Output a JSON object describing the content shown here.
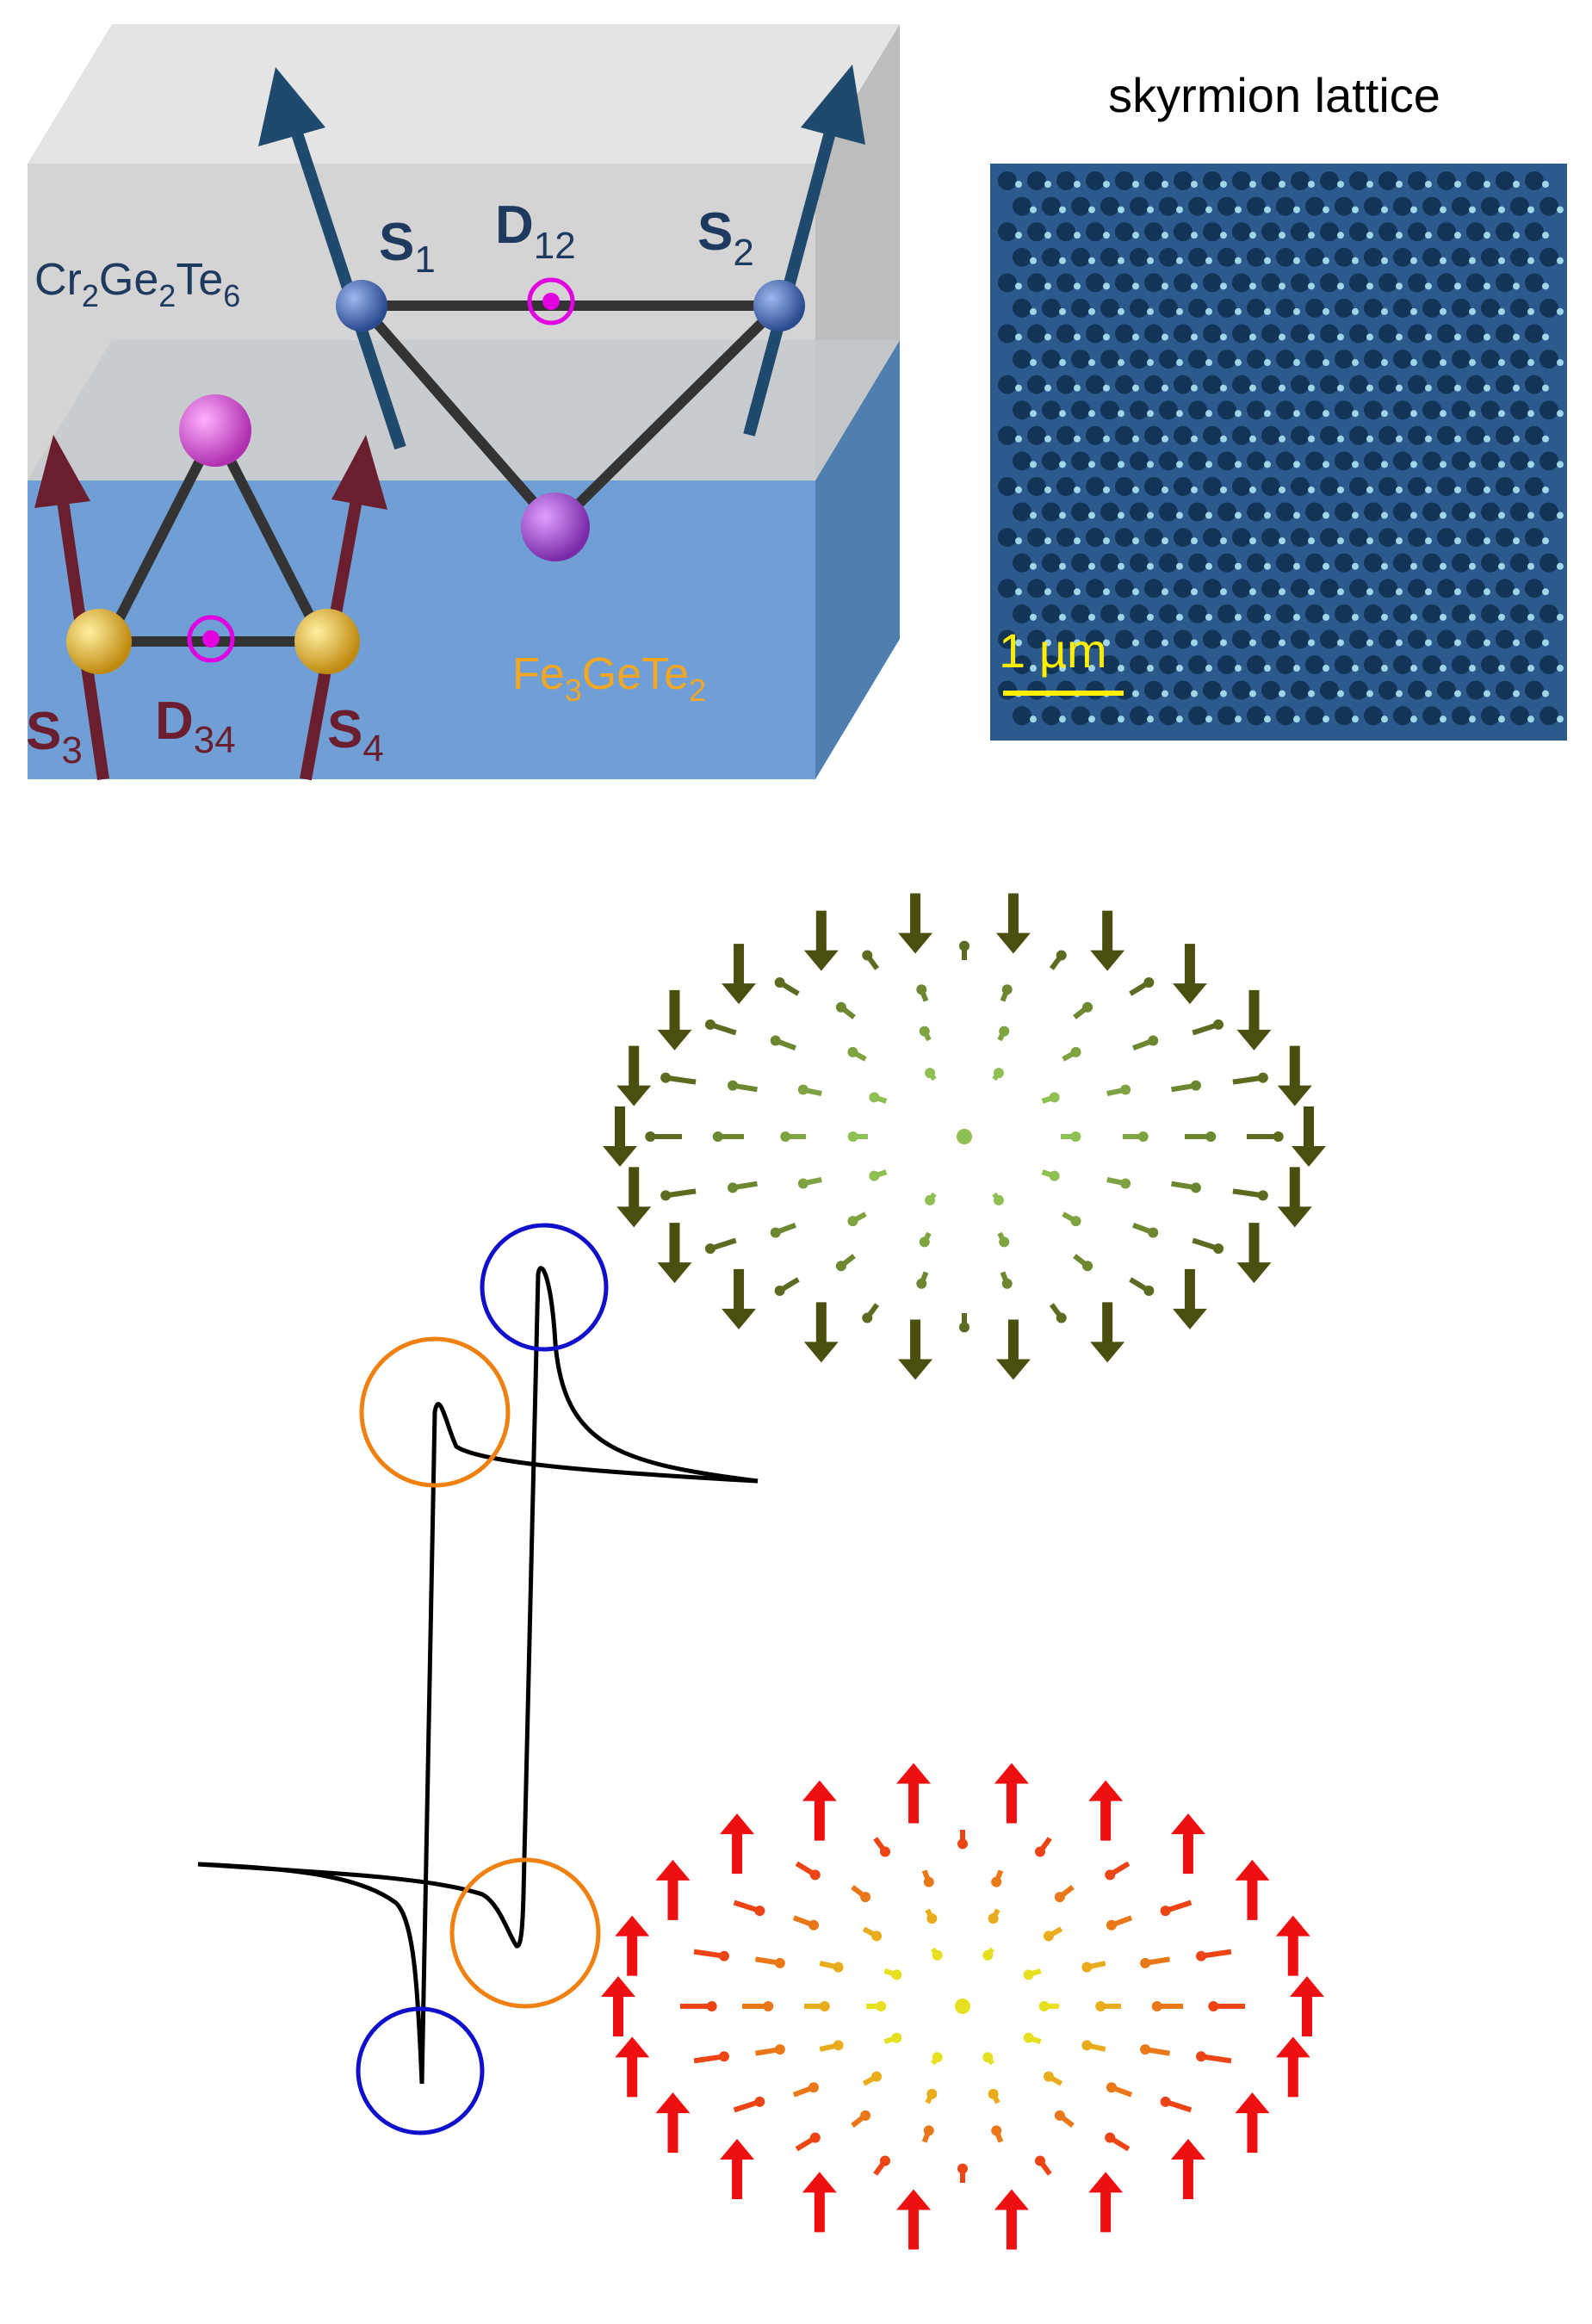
{
  "heterostructure": {
    "top_layer": {
      "base": "Cr",
      "s1": "2",
      "mid": "Ge",
      "s2": "2",
      "end": "Te",
      "s3": "6"
    },
    "bottom_layer": {
      "base": "Fe",
      "s1": "3",
      "mid": "GeTe",
      "s2": "2"
    },
    "spin_labels": {
      "s1": {
        "main": "S",
        "sub": "1"
      },
      "s2": {
        "main": "S",
        "sub": "2"
      },
      "s3": {
        "main": "S",
        "sub": "3"
      },
      "s4": {
        "main": "S",
        "sub": "4"
      }
    },
    "dmi_labels": {
      "d12": {
        "main": "D",
        "sub": "12"
      },
      "d34": {
        "main": "D",
        "sub": "34"
      }
    },
    "colors": {
      "top_slab": "#d9d9d9",
      "bottom_slab": "#6f9fd4",
      "top_text": "#1f3a5f",
      "bottom_text": "#f5a623",
      "spin_top": "#1f4a6e",
      "spin_bottom": "#6b1f2e",
      "dmi_marker": "#e000e0",
      "atom_blue": "#3a5fa8",
      "atom_gold": "#d4a017",
      "atom_magenta": "#cc44cc",
      "atom_purple": "#9a3fbf"
    }
  },
  "skyrmion_image": {
    "title": "skyrmion lattice",
    "scale_bar_label": "1 µm",
    "background_color": "#2c5a8c",
    "dot_color": "#123456",
    "scale_bar_color": "#ffee00"
  },
  "hysteresis": {
    "line_color": "#000000",
    "circle_inner_color": "#f08010",
    "circle_outer_color": "#1010cc"
  },
  "skyrmion_top": {
    "arrow_color": "#4a4f10",
    "center_color": "#8fbf50"
  },
  "skyrmion_bottom": {
    "arrow_color": "#ee1010",
    "center_color": "#e6e020"
  }
}
